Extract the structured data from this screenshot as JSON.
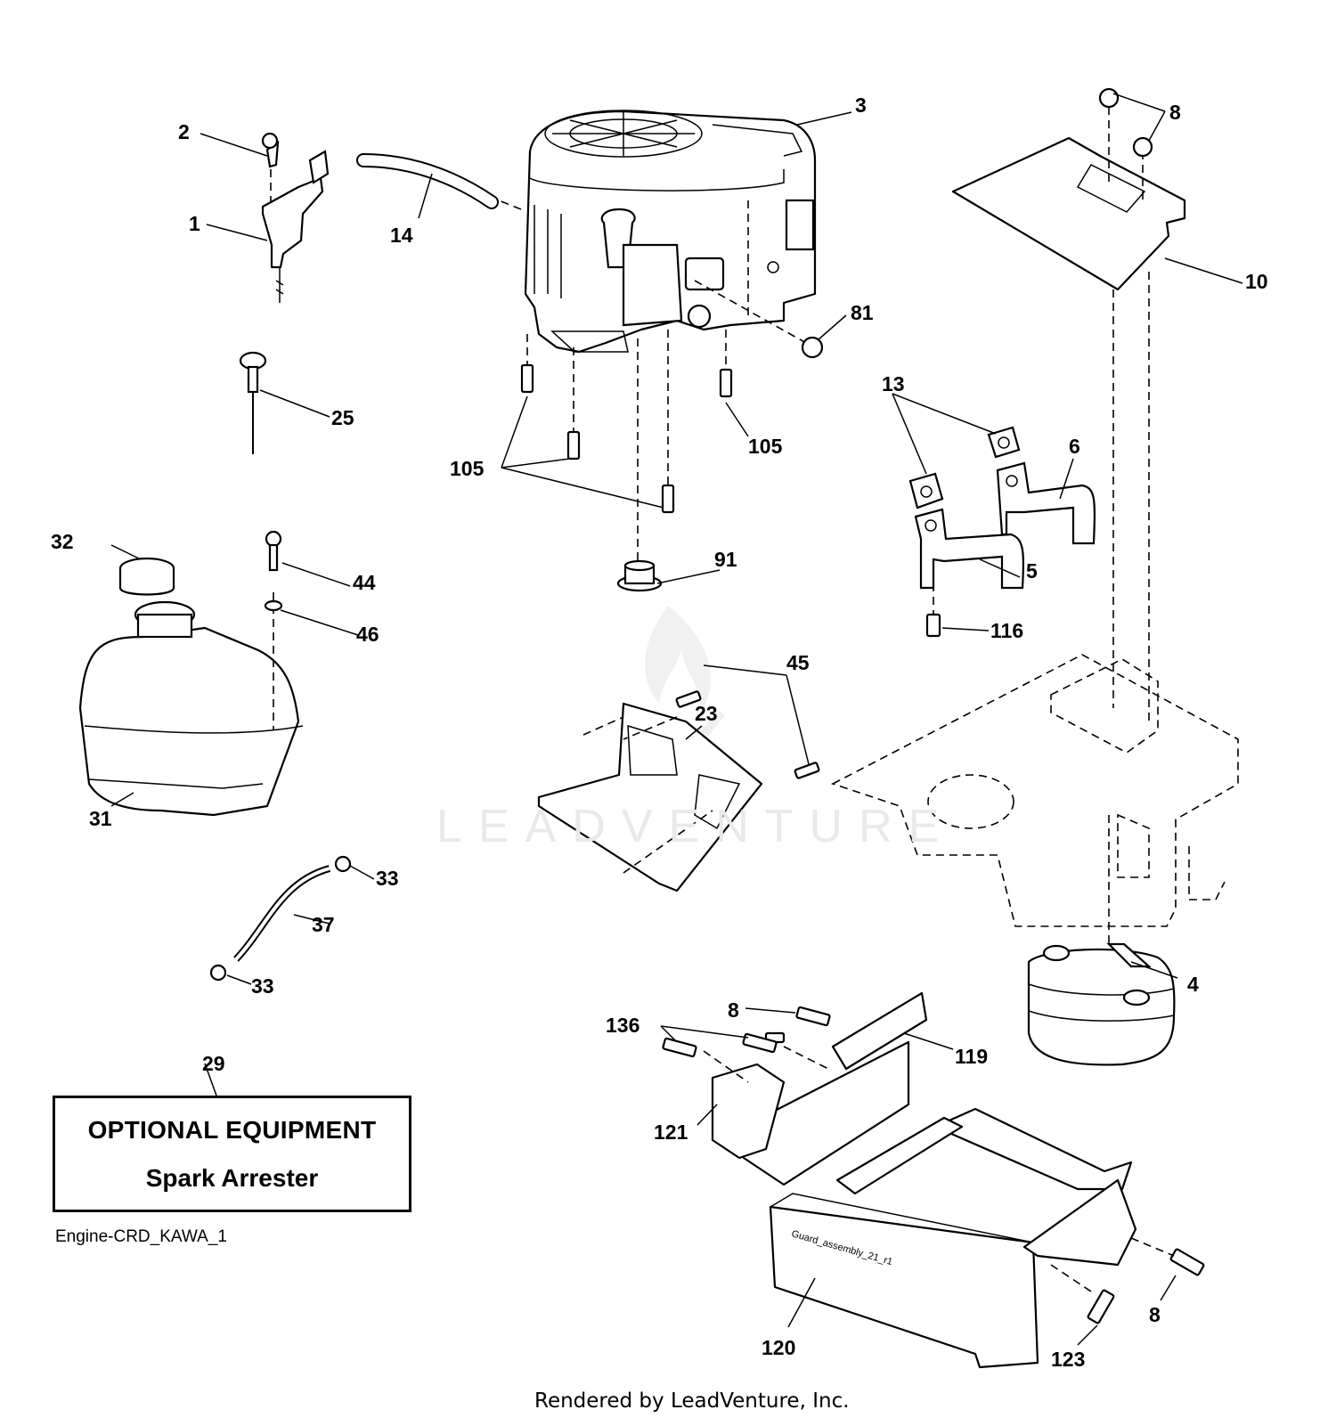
{
  "callouts": {
    "c1": "1",
    "c2": "2",
    "c3": "3",
    "c4": "4",
    "c5": "5",
    "c6": "6",
    "c8a": "8",
    "c8b": "8",
    "c8c": "8",
    "c10": "10",
    "c13": "13",
    "c14": "14",
    "c23": "23",
    "c25": "25",
    "c29": "29",
    "c31": "31",
    "c32": "32",
    "c33a": "33",
    "c33b": "33",
    "c37": "37",
    "c44": "44",
    "c45": "45",
    "c46": "46",
    "c81": "81",
    "c91": "91",
    "c105a": "105",
    "c105b": "105",
    "c116": "116",
    "c119": "119",
    "c120": "120",
    "c121": "121",
    "c123": "123",
    "c136": "136"
  },
  "optional_box": {
    "title": "OPTIONAL EQUIPMENT",
    "subtitle": "Spark Arrester"
  },
  "diagram_id": "Engine-CRD_KAWA_1",
  "guard_label": "Guard_assembly_21_r1",
  "watermark": "LEADVENTURE",
  "footer": "Rendered by LeadVenture, Inc."
}
